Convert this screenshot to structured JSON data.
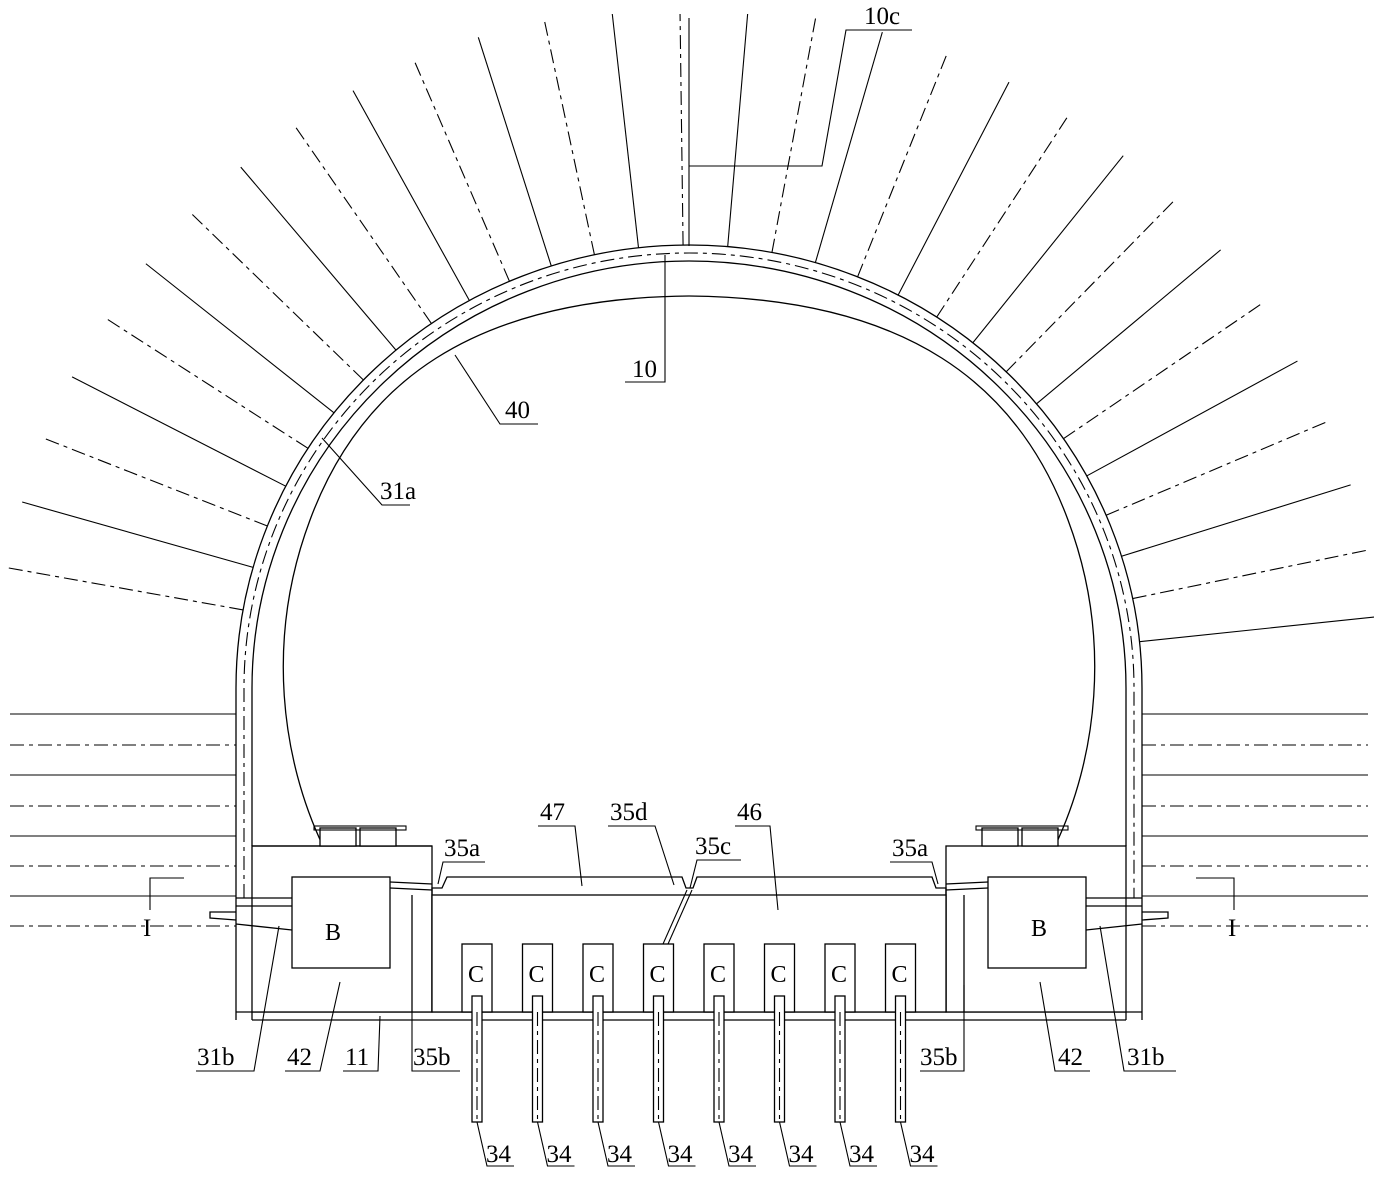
{
  "labels": {
    "l10c": "10c",
    "l10": "10",
    "l40": "40",
    "l31a": "31a",
    "l47": "47",
    "l35d": "35d",
    "l46": "46",
    "l35c": "35c",
    "l35a_left": "35a",
    "l35a_right": "35a",
    "l31b_left": "31b",
    "l42_left": "42",
    "l11": "11",
    "l35b_left": "35b",
    "l35b_right": "35b",
    "l42_right": "42",
    "l31b_right": "31b",
    "l34": "34",
    "section_left": "I",
    "section_right": "I"
  },
  "boxes": {
    "left": "B",
    "right": "B"
  },
  "columns": {
    "label": "C",
    "count": 8
  },
  "piles": {
    "label": "34",
    "count": 8
  }
}
